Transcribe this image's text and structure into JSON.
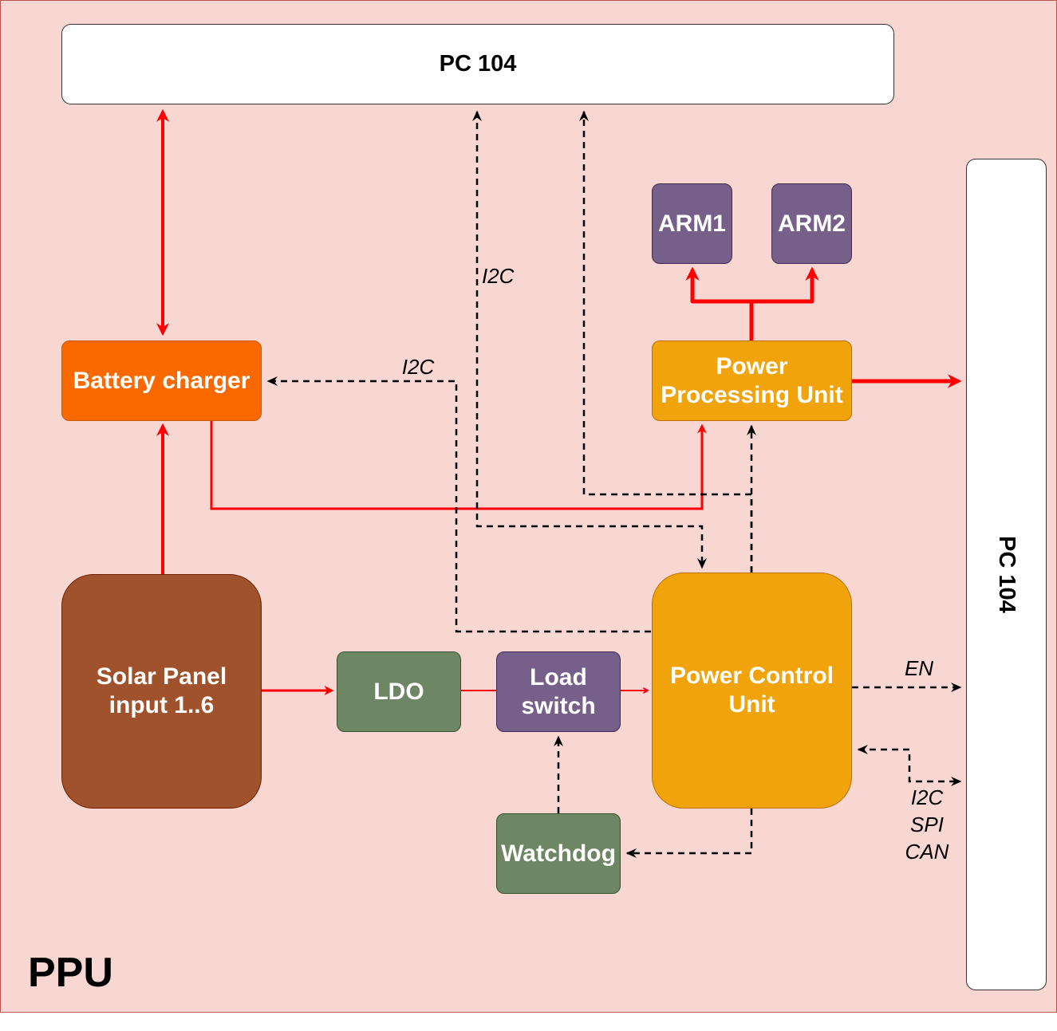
{
  "container": {
    "label": "PPU"
  },
  "blocks": {
    "pc104_top": "PC 104",
    "pc104_right": "PC 104",
    "battery_charger": "Battery charger",
    "ppu_unit": "Power Processing Unit",
    "arm1": "ARM1",
    "arm2": "ARM2",
    "solar_panel": "Solar Panel input 1..6",
    "ldo": "LDO",
    "load_switch": "Load switch",
    "power_control_unit": "Power Control Unit",
    "watchdog": "Watchdog"
  },
  "labels": {
    "i2c_bus": "I2C",
    "i2c_charger": "I2C",
    "en": "EN",
    "i2c_spi_can": [
      "I2C",
      "SPI",
      "CAN"
    ]
  },
  "colors": {
    "power_line": "#ff0000",
    "signal_line": "#000000",
    "background": "#f8d7d3"
  }
}
